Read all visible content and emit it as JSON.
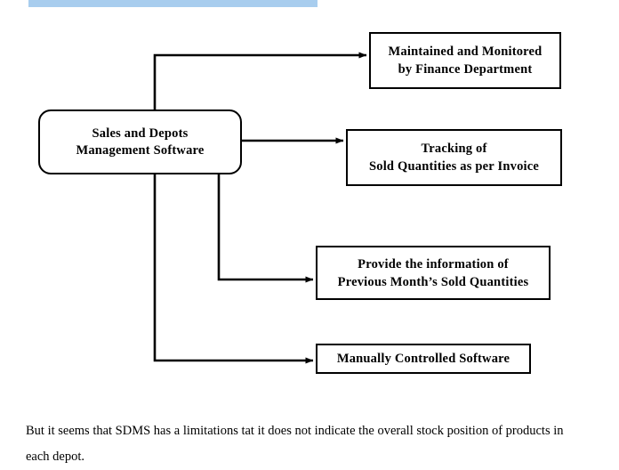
{
  "page": {
    "background_color": "#ffffff",
    "accent_bar_color": "#a8cdee",
    "line_color": "#000000"
  },
  "diagram": {
    "type": "flow-tree",
    "root": {
      "name": "sales-and-depots-management-software",
      "line1": "Sales and Depots",
      "line2": "Management Software",
      "shape": "rounded-rectangle"
    },
    "nodes": [
      {
        "name": "maintained-and-monitored-by-finance-department",
        "line1": "Maintained and Monitored",
        "line2": "by Finance Department",
        "shape": "rectangle"
      },
      {
        "name": "tracking-of-sold-quantities-as-per-invoice",
        "line1": "Tracking of",
        "line2": "Sold Quantities as per Invoice",
        "shape": "rectangle"
      },
      {
        "name": "provide-the-information-of-previous-months-sold-quantities",
        "line1": "Provide the information of",
        "line2": "Previous Month’s Sold Quantities",
        "shape": "rectangle"
      },
      {
        "name": "manually-controlled-software",
        "line1": "Manually Controlled Software",
        "line2": "",
        "shape": "rectangle"
      }
    ],
    "connector_count": 4,
    "connector_style": "orthogonal-with-arrowhead"
  },
  "caption": {
    "text": "But it seems that SDMS has a limitations tat it does not indicate the overall stock position of products in each depot."
  }
}
